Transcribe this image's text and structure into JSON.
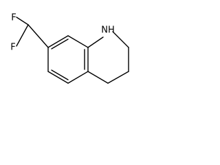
{
  "molecule": {
    "atoms": {
      "f1": "F",
      "f2": "F",
      "nh": "NH"
    }
  }
}
